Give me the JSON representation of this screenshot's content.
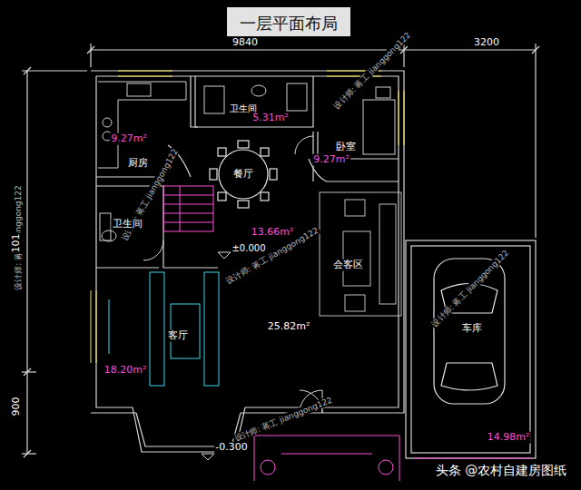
{
  "diagram": {
    "title": "一层平面布局",
    "labels": [
      "9840",
      "3200",
      "9.27m²",
      "厨房",
      "卫生间",
      "5.31m²",
      "卧室",
      "9.27m²",
      "设计师: 蒋工 jianggong122",
      "餐厅",
      "设计师: 蒋工 jianggong122",
      "卫生间",
      "13.66m²",
      "±0.000",
      "设计师: 蒋工 jianggong122",
      "101",
      "设计师: 蒋工 jianggong122",
      "会客区",
      "设计师: 蒋工 jianggong122",
      "车库",
      "客厅",
      "25.82m²",
      "18.20m²",
      "设计师: 蒋工 jianggong122",
      "14.98m²",
      "900",
      "-0.300",
      "头条 @农村自建房图纸"
    ]
  }
}
